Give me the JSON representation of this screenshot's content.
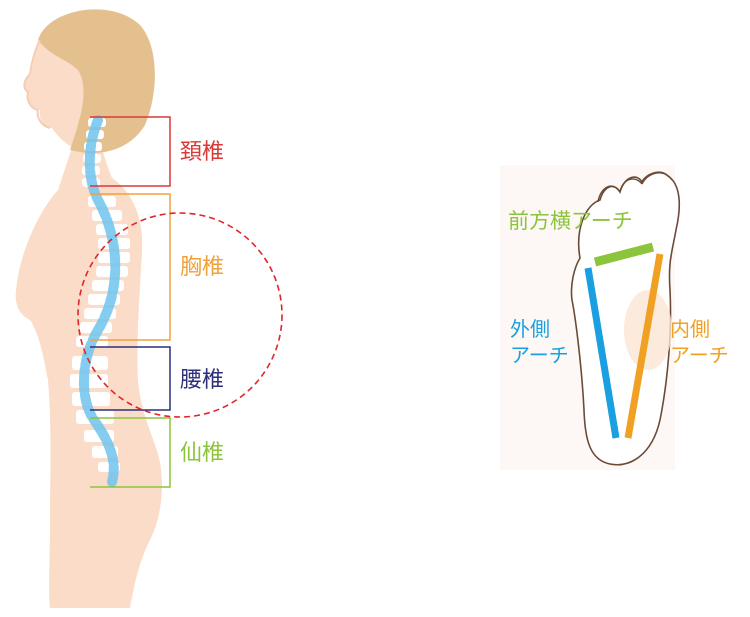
{
  "spine_diagram": {
    "regions": [
      {
        "label": "頚椎",
        "color": "#d93a36"
      },
      {
        "label": "胸椎",
        "color": "#f0a23a"
      },
      {
        "label": "腰椎",
        "color": "#2c2f7a"
      },
      {
        "label": "仙椎",
        "color": "#8cc43c"
      }
    ],
    "curve_color": "#6ec4ee",
    "highlight_color": "#e0262a"
  },
  "foot_diagram": {
    "arches": {
      "front": {
        "label": "前方横アーチ",
        "color": "#8cc43c"
      },
      "outer": {
        "line1": "外側",
        "line2": "アーチ",
        "color": "#1aa0e0"
      },
      "inner": {
        "line1": "内側",
        "line2": "アーチ",
        "color": "#f0a023"
      }
    }
  }
}
